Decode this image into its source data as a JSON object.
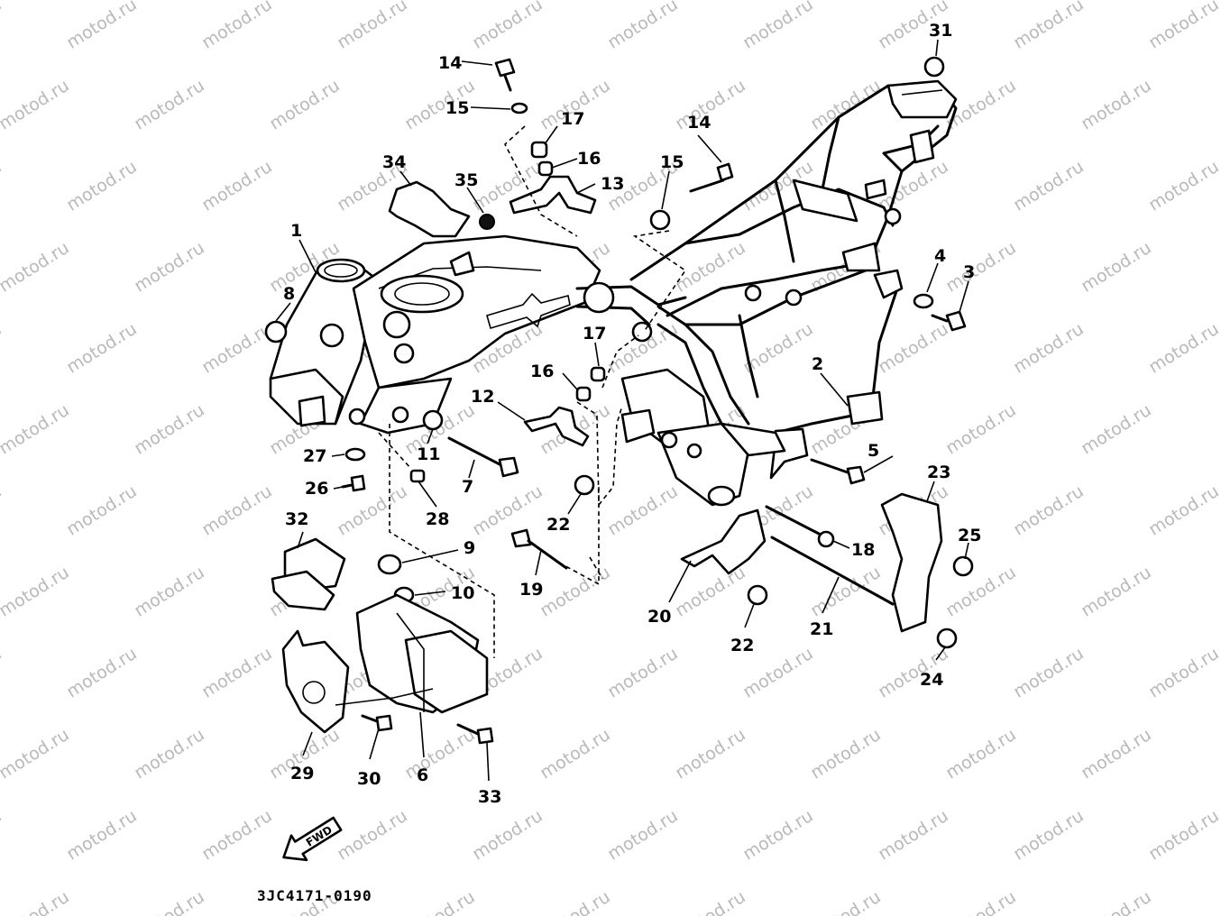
{
  "watermark": "motod.ru",
  "diagram_code": "3JC4171-0190",
  "fwd_label": "FWD",
  "callouts": {
    "c1": "1",
    "c2": "2",
    "c3": "3",
    "c4": "4",
    "c5": "5",
    "c6": "6",
    "c7": "7",
    "c8": "8",
    "c9": "9",
    "c10": "10",
    "c11": "11",
    "c12": "12",
    "c13": "13",
    "c14a": "14",
    "c14b": "14",
    "c15a": "15",
    "c15b": "15",
    "c16a": "16",
    "c16b": "16",
    "c17a": "17",
    "c17b": "17",
    "c18": "18",
    "c19": "19",
    "c20": "20",
    "c21": "21",
    "c22a": "22",
    "c22b": "22",
    "c23": "23",
    "c24": "24",
    "c25": "25",
    "c26": "26",
    "c27": "27",
    "c28": "28",
    "c29": "29",
    "c30": "30",
    "c31": "31",
    "c32": "32",
    "c33": "33",
    "c34": "34",
    "c35": "35"
  }
}
